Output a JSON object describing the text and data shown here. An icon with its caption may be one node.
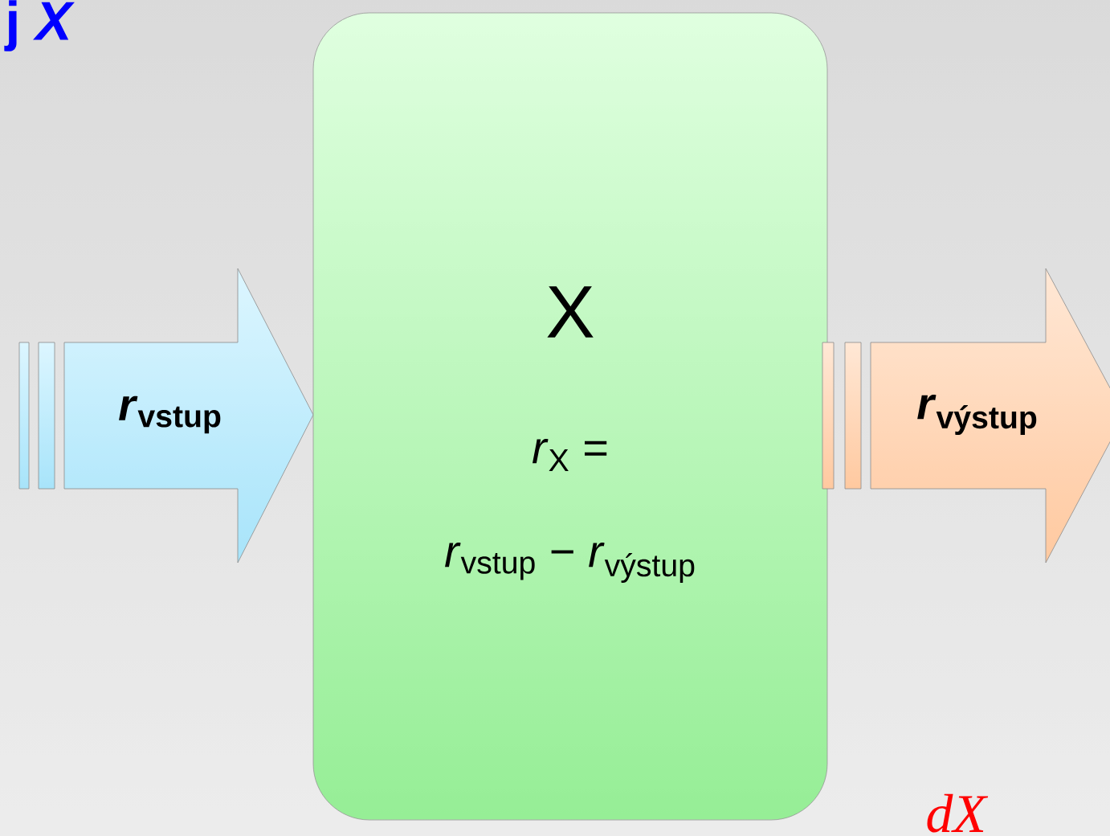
{
  "diagram": {
    "nodes": [
      {
        "text": [
          "*r*$_{vstup}$"
        ]
      },
      {
        "text": [
          "X",
          "*r*$_{X}$ =",
          "*r*$_{vstup}$ − *r*$_{výstup}$"
        ]
      },
      {
        "text": [
          "*r*$_{výstup}$"
        ]
      }
    ],
    "labels": [
      "j *X*",
      "*dX*"
    ]
  }
}
